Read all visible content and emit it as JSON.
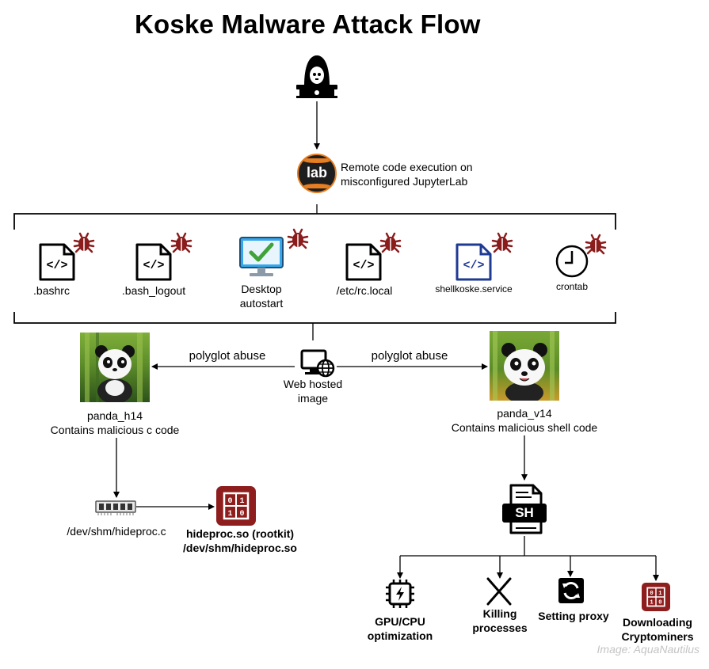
{
  "title": "Koske Malware Attack Flow",
  "jupyter": {
    "badge_text": "lab",
    "description_line1": "Remote code execution on",
    "description_line2": "misconfigured JupyterLab"
  },
  "persistence": {
    "bashrc": ".bashrc",
    "bash_logout": ".bash_logout",
    "desktop_line1": "Desktop",
    "desktop_line2": "autostart",
    "rc_local": "/etc/rc.local",
    "service": "shellkoske.service",
    "crontab": "crontab"
  },
  "web_image": {
    "line1": "Web hosted",
    "line2": "image"
  },
  "polyglot_left": "polyglot abuse",
  "polyglot_right": "polyglot abuse",
  "panda_h14": {
    "name": "panda_h14",
    "description": "Contains malicious c code"
  },
  "panda_v14": {
    "name": "panda_v14",
    "description": "Contains malicious shell code"
  },
  "hideproc_c": "/dev/shm/hideproc.c",
  "rootkit": {
    "line1": "hideproc.so (rootkit)",
    "line2": "/dev/shm/hideproc.so"
  },
  "sh_badge": "SH",
  "actions": {
    "gpu_line1": "GPU/CPU",
    "gpu_line2": "optimization",
    "kill_line1": "Killing",
    "kill_line2": "processes",
    "proxy": "Setting proxy",
    "crypto_line1": "Downloading",
    "crypto_line2": "Cryptominers"
  },
  "credit": "Image: AquaNautilus",
  "colors": {
    "bug": "#8b1c1c",
    "binary_tile": "#8e1e1e",
    "service_blue": "#1f3a93",
    "monitor_blue": "#36a7e8",
    "check_green": "#3fa33a",
    "lab_orange": "#e67e22"
  },
  "icons": [
    "hacker-icon",
    "jupyterlab-icon",
    "bug-icon",
    "code-file-icon",
    "monitor-check-icon",
    "clock-icon",
    "web-computer-icon",
    "panda-image",
    "memory-chip-icon",
    "binary-file-icon",
    "sh-file-icon",
    "processor-icon",
    "x-mark-icon",
    "refresh-icon"
  ]
}
